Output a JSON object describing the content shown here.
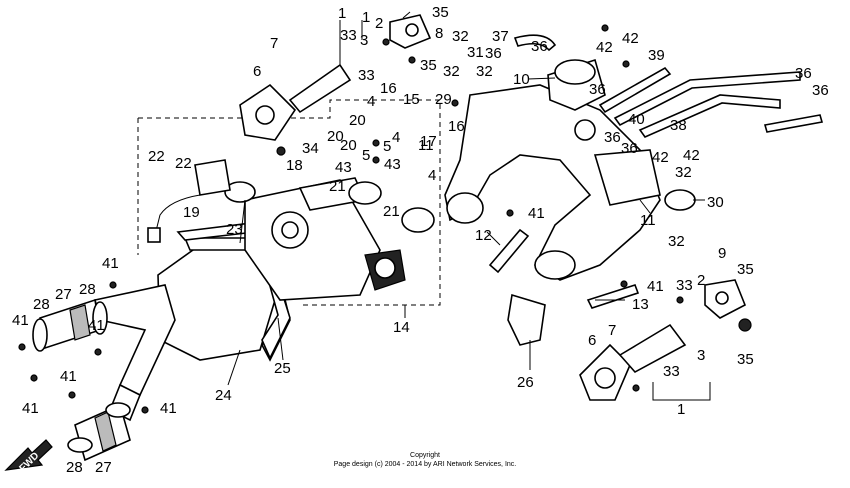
{
  "diagram": {
    "callouts": [
      "1",
      "1",
      "2",
      "3",
      "4",
      "4",
      "4",
      "5",
      "5",
      "6",
      "6",
      "7",
      "7",
      "8",
      "9",
      "10",
      "11",
      "11",
      "12",
      "13",
      "14",
      "15",
      "16",
      "16",
      "17",
      "18",
      "19",
      "20",
      "20",
      "20",
      "21",
      "21",
      "22",
      "22",
      "23",
      "24",
      "25",
      "26",
      "27",
      "27",
      "28",
      "28",
      "28",
      "29",
      "30",
      "31",
      "32",
      "32",
      "32",
      "32",
      "32",
      "33",
      "33",
      "33",
      "33",
      "34",
      "35",
      "35",
      "35",
      "35",
      "36",
      "36",
      "36",
      "36",
      "36",
      "36",
      "36",
      "37",
      "38",
      "39",
      "40",
      "41",
      "41",
      "41",
      "41",
      "41",
      "41",
      "41",
      "41",
      "42",
      "42",
      "42",
      "42",
      "43",
      "43",
      "2",
      "3",
      "1"
    ],
    "fwd_label": "FWD"
  },
  "copyright": {
    "title": "Copyright",
    "line": "Page design (c) 2004 - 2014 by ARI Network Services, Inc."
  }
}
